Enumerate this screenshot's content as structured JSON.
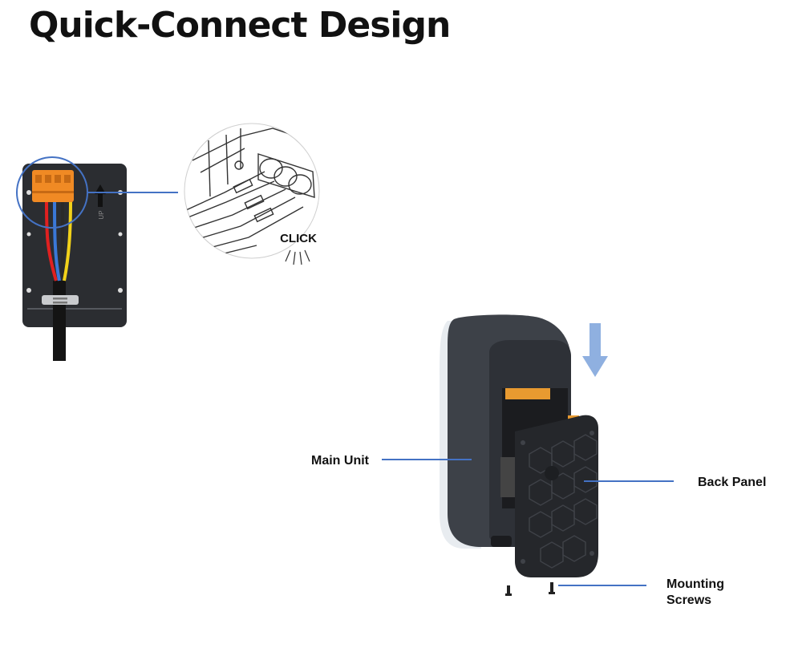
{
  "title": "Quick-Connect Design",
  "callout": {
    "click_text": "CLICK",
    "up_marker": "UP"
  },
  "labels": {
    "main_unit": "Main Unit",
    "back_panel": "Back Panel",
    "mounting_screws": [
      "Mounting",
      "Screws"
    ]
  },
  "colors": {
    "leader_line": "#4472c4",
    "connector": "#f08a24",
    "panel": "#2a2c30",
    "arrow": "#8fb0e0"
  }
}
